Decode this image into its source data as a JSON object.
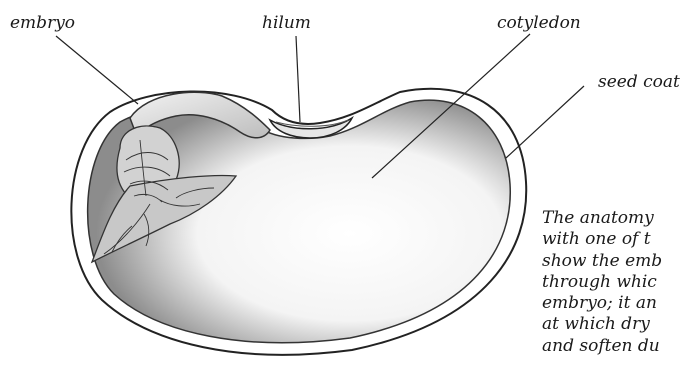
{
  "labels": {
    "embryo": "embryo",
    "hilum": "hilum",
    "cotyledon": "cotyledon",
    "seed_coat": "seed coat"
  },
  "caption_lines": [
    "The anatomy",
    "with one of t",
    "show the emb",
    "through whic",
    "embryo; it an",
    "at which dry",
    "and soften du"
  ]
}
